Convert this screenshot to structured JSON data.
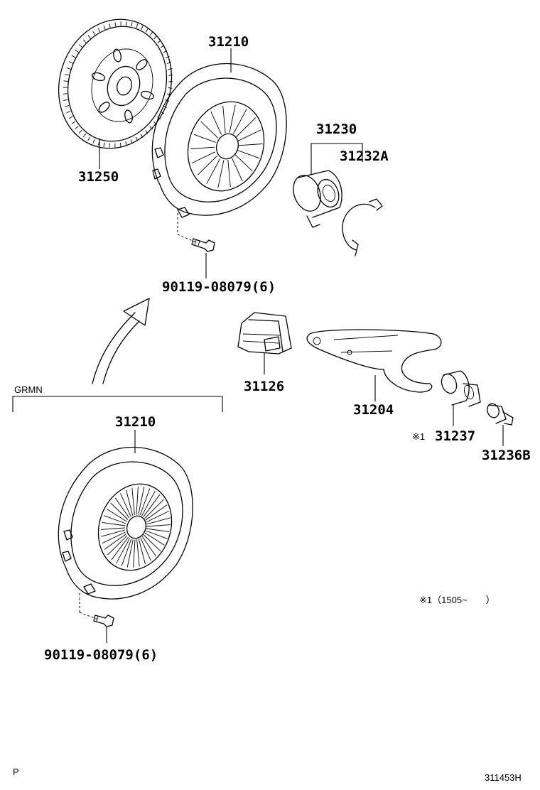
{
  "labels": {
    "disc": "31250",
    "cover_top": "31210",
    "bolt_top": "90119-08079(6)",
    "bearing": "31230",
    "clip": "31232A",
    "boot": "31126",
    "fork": "31204",
    "pivot_mark": "※1",
    "pivot": "31237",
    "pivot_stud": "31236B",
    "cover_grmn": "31210",
    "bolt_grmn": "90119-08079(6)"
  },
  "group_label": "GRMN",
  "footnote": "※1（1505~　　）",
  "corner_left": "P",
  "diagram_id": "311453H"
}
